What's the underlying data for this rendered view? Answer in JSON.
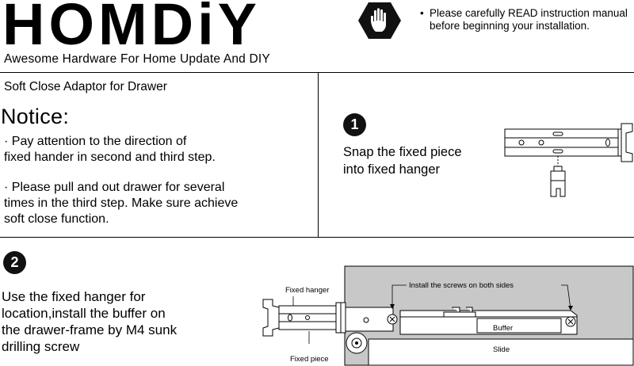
{
  "header": {
    "brand": "HOMDiY",
    "tagline": "Awesome Hardware For Home Update And DIY",
    "warning": {
      "icon": "hand-stop-icon",
      "bullet": "•",
      "line1": "Please carefully READ instruction manual",
      "line2": "before beginning your installation."
    }
  },
  "product_title": "Soft Close Adaptor for Drawer",
  "notice": {
    "title": "Notice:",
    "point1_line1": "· Pay attention to the direction of",
    "point1_line2": "fixed hander in second and third step.",
    "point2_line1": "· Please pull and out drawer for several",
    "point2_line2": "times in the third step. Make sure achieve",
    "point2_line3": "soft close function."
  },
  "step1": {
    "number": "1",
    "line1": "Snap the fixed piece",
    "line2": "into fixed hanger"
  },
  "step2": {
    "number": "2",
    "line1": "Use the fixed hanger for",
    "line2": "location,install the buffer on",
    "line3": "the drawer-frame by M4 sunk",
    "line4": "drilling screw",
    "labels": {
      "fixed_hanger": "Fixed hanger",
      "fixed_piece": "Fixed piece",
      "screws": "Install the screws on both sides",
      "buffer": "Buffer",
      "slide": "Slide"
    }
  },
  "colors": {
    "ink": "#000000",
    "panel_gray": "#c8c8c8",
    "slide_white": "#ffffff"
  }
}
